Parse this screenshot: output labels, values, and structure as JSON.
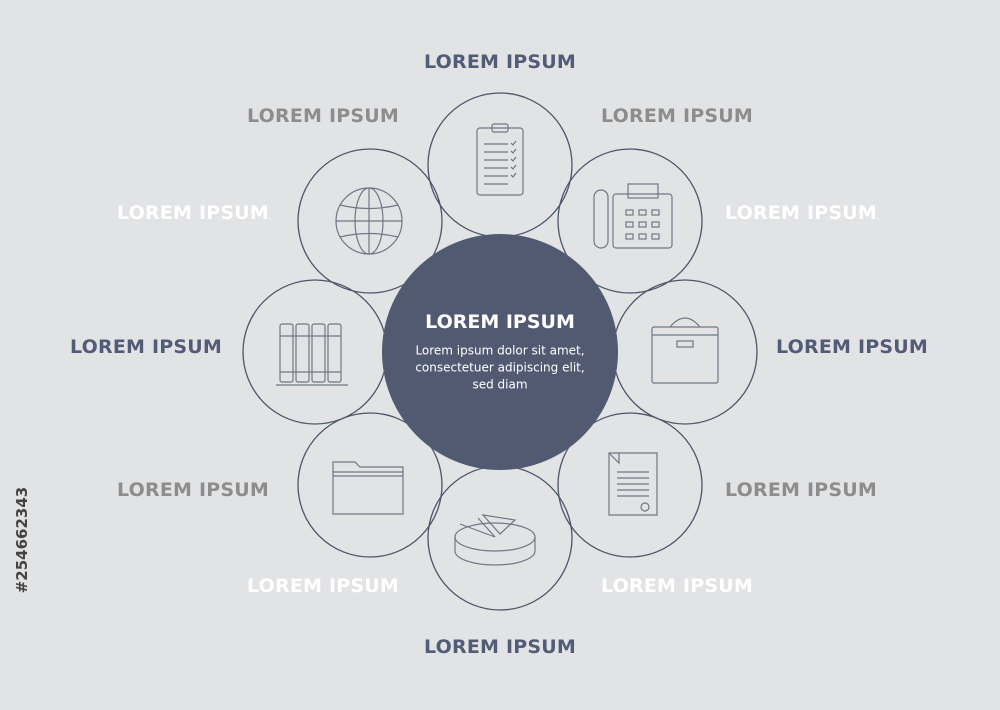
{
  "center": {
    "title": "LOREM IPSUM",
    "body_lines": [
      "Lorem ipsum dolor sit amet,",
      "consectetuer adipiscing elit,",
      "sed diam"
    ],
    "fill": "#525a72"
  },
  "colors": {
    "ring_stroke": "#4e5569",
    "icon_stroke": "#707785",
    "dark_text": "#535c76",
    "gray_text": "#8d8d8d",
    "white_text": "#ffffff"
  },
  "nodes": [
    {
      "icon": "clipboard-icon",
      "label": "LOREM IPSUM",
      "label_style": "dark"
    },
    {
      "icon": "fax-phone-icon",
      "label": "LOREM IPSUM",
      "label_style": "gray",
      "label2": "LOREM IPSUM",
      "label2_style": "white"
    },
    {
      "icon": "briefcase-icon",
      "label": "LOREM IPSUM",
      "label_style": "dark"
    },
    {
      "icon": "document-icon",
      "label": "LOREM IPSUM",
      "label_style": "gray",
      "label2": "LOREM IPSUM",
      "label2_style": "white"
    },
    {
      "icon": "pie-chart-icon",
      "label": "LOREM IPSUM",
      "label_style": "dark"
    },
    {
      "icon": "folder-icon",
      "label": "LOREM IPSUM",
      "label_style": "white",
      "label2": "LOREM IPSUM",
      "label2_style": "gray"
    },
    {
      "icon": "binders-icon",
      "label": "LOREM IPSUM",
      "label_style": "dark"
    },
    {
      "icon": "globe-icon",
      "label": "LOREM IPSUM",
      "label_style": "white",
      "label2": "LOREM IPSUM",
      "label2_style": "gray"
    }
  ],
  "side_id": "#254662343"
}
